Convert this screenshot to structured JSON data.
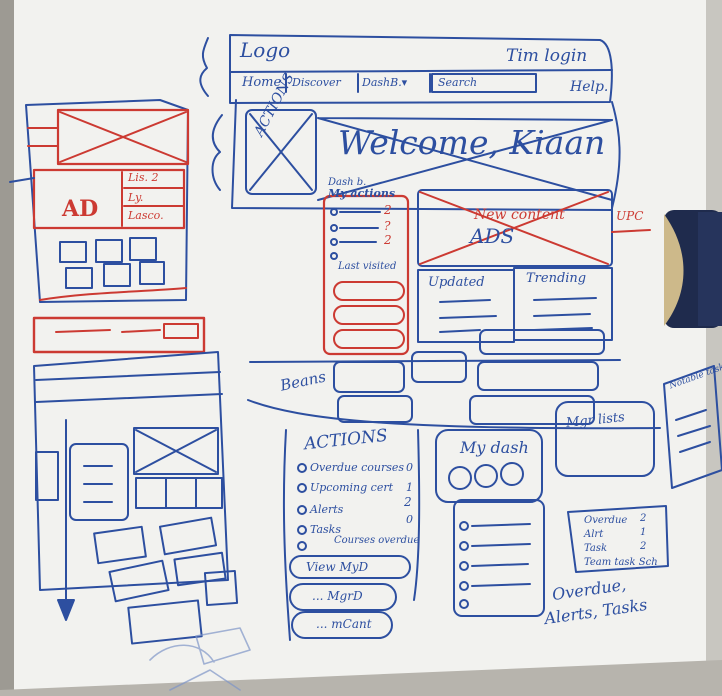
{
  "sketch": {
    "header": {
      "logo": "Logo",
      "login": "Tim login",
      "help": "Help.",
      "nav": [
        "Home",
        "Discover",
        "DashB.▾",
        "Search"
      ]
    },
    "welcome": "Welcome, Kiaan",
    "actions_box": "ACTIONS",
    "left_panel": {
      "ad": "AD",
      "side_labels": [
        "Lis. 2",
        "Ly.",
        "Lasco."
      ]
    },
    "dash": {
      "dash_label": "Dash b.",
      "my_actions": "My actions",
      "counts": [
        "2",
        "?",
        "2"
      ],
      "last_visited": "Last visited"
    },
    "center": {
      "ads": "ADS",
      "new_content": "New content",
      "up_label": "UPC",
      "updated": "Updated",
      "trending": "Trending"
    },
    "beans": "Beans",
    "actions_list": {
      "title": "ACTIONS",
      "items": [
        {
          "label": "Overdue courses",
          "count": "0"
        },
        {
          "label": "Upcoming cert",
          "count": "1"
        },
        {
          "label": "Alerts",
          "count": "2"
        },
        {
          "label": "Tasks",
          "count": "0"
        },
        {
          "label": "Courses overdue",
          "count": ""
        }
      ],
      "buttons": [
        "View MyD",
        "... MgrD",
        "... mCant"
      ]
    },
    "mydash": "My dash",
    "mgr": "Mgr lists",
    "mgr_counts": {
      "items": [
        {
          "label": "Overdue",
          "count": "2"
        },
        {
          "label": "Alrt",
          "count": "1"
        },
        {
          "label": "Task",
          "count": "2"
        },
        {
          "label": "Team task Sch",
          "count": ""
        }
      ],
      "note_line1": "Overdue,",
      "note_line2": "Alerts, Tasks"
    },
    "notebook": "Notable tasks"
  },
  "colors": {
    "blue_marker": "#2d4fa0",
    "red_marker": "#cc3a32",
    "board": "#f1f1ee",
    "eraser": "#1f2b4d"
  }
}
